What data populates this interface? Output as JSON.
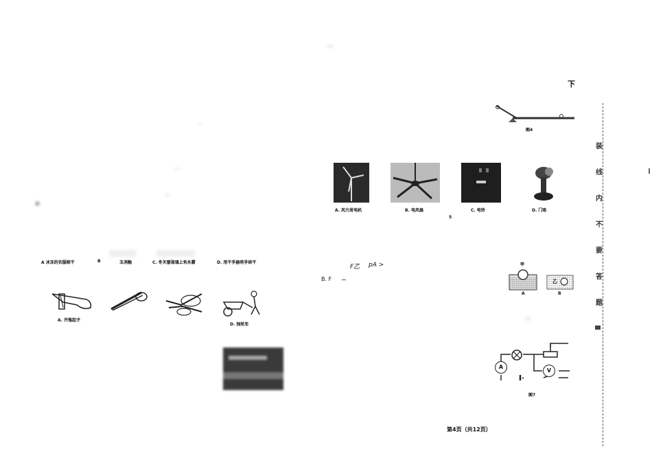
{
  "corner_char": "下",
  "fig4_caption": "图4",
  "fig7_caption": "图7",
  "q_images": [
    {
      "caption": "A. 风力发电机",
      "icon": "wind-turbine-photo"
    },
    {
      "caption": "B. 电风扇",
      "icon": "ceiling-fan-photo"
    },
    {
      "caption": "C. 电铃",
      "icon": "electric-bell-photo"
    },
    {
      "caption": "D. 门吸",
      "icon": "door-stopper-photo"
    }
  ],
  "q_images_num": "5",
  "options_row": {
    "a": "A 冰冻的衣服晾干",
    "b": "B",
    "b2": "玉消融",
    "c": "C. 冬天窗玻璃上有水雾",
    "d": "D. 用干手器将手烘干"
  },
  "tools": [
    {
      "caption": "A. 开瓶起子",
      "icon": "bottle-opener-drawing"
    },
    {
      "caption": "",
      "icon": "tweezers-drawing"
    },
    {
      "caption": "",
      "icon": "pliers-drawing"
    },
    {
      "caption": "D. 独轮车",
      "icon": "wheelbarrow-drawing"
    }
  ],
  "formula": {
    "f": "F乙",
    "p": "pA >",
    "bf": "B. F"
  },
  "buoy_labels": {
    "jia": "甲",
    "a": "A",
    "yi": "乙",
    "b": "B"
  },
  "circuit": {
    "ammeter": "A",
    "voltmeter": "V"
  },
  "side_chars": [
    "装",
    "线",
    "内",
    "不",
    "要",
    "答",
    "题"
  ],
  "footer": "第4页（共12页）"
}
